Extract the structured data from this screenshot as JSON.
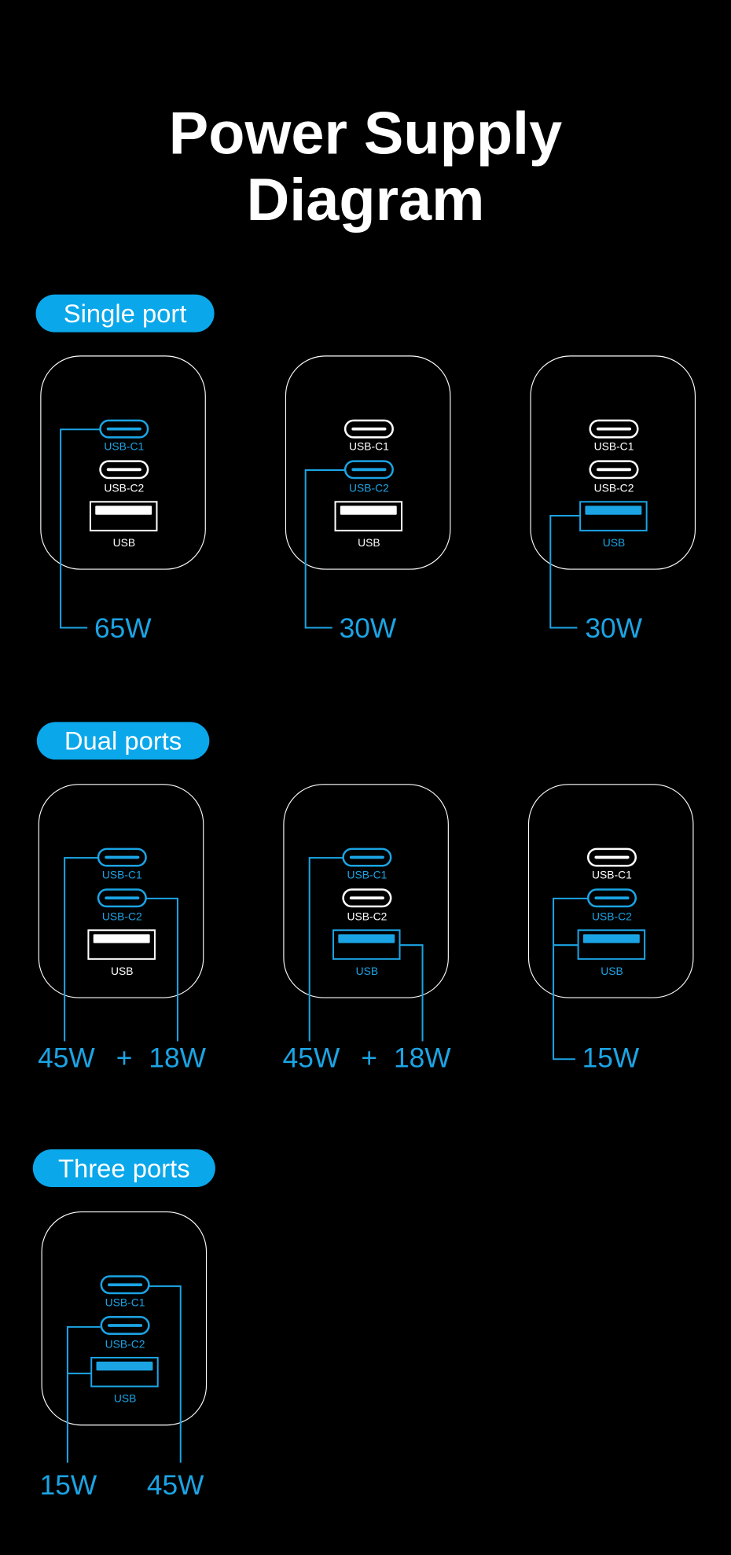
{
  "title": {
    "line1": "Power Supply",
    "line2": "Diagram"
  },
  "colors": {
    "accent": "#1ba4e4",
    "pill": "#0aa7ea",
    "inactive": "#ffffff",
    "background": "#000000"
  },
  "port_labels": {
    "c1": "USB-C1",
    "c2": "USB-C2",
    "usb": "USB"
  },
  "sections": [
    {
      "label": "Single port",
      "chargers": [
        {
          "active": [
            "c1"
          ],
          "outputs": [
            "65W"
          ]
        },
        {
          "active": [
            "c2"
          ],
          "outputs": [
            "30W"
          ]
        },
        {
          "active": [
            "usb"
          ],
          "outputs": [
            "30W"
          ]
        }
      ]
    },
    {
      "label": "Dual ports",
      "chargers": [
        {
          "active": [
            "c1",
            "c2"
          ],
          "outputs": [
            "45W",
            "+",
            "18W"
          ]
        },
        {
          "active": [
            "c1",
            "usb"
          ],
          "outputs": [
            "45W",
            "+",
            "18W"
          ]
        },
        {
          "active": [
            "c2",
            "usb"
          ],
          "outputs": [
            "15W"
          ]
        }
      ]
    },
    {
      "label": "Three ports",
      "chargers": [
        {
          "active": [
            "c1",
            "c2",
            "usb"
          ],
          "outputs": [
            "15W",
            "45W"
          ]
        }
      ]
    }
  ]
}
